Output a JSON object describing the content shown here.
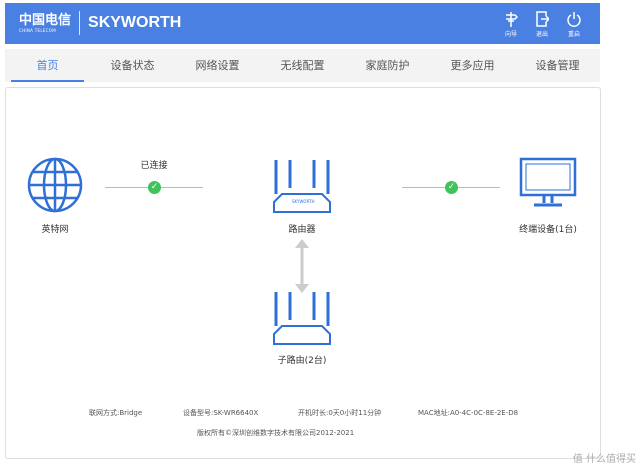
{
  "header": {
    "brand_cn": "中国电信",
    "brand_en": "CHINA TELECOM",
    "brand": "SKYWORTH",
    "buttons": [
      {
        "label": "向导",
        "icon": "wizard-icon"
      },
      {
        "label": "退出",
        "icon": "logout-icon"
      },
      {
        "label": "重启",
        "icon": "power-icon"
      }
    ]
  },
  "nav": {
    "tabs": [
      "首页",
      "设备状态",
      "网络设置",
      "无线配置",
      "家庭防护",
      "更多应用",
      "设备管理"
    ],
    "active": 0
  },
  "topology": {
    "internet": "英特网",
    "connected": "已连接",
    "router": "路由器",
    "router_brand": "SKYWORTH",
    "sub_router": "子路由(2台)",
    "clients": "终端设备(1台)"
  },
  "footer": {
    "mode": "联网方式:Bridge",
    "model": "设备型号:SK-WR6640X",
    "uptime": "开机时长:0天0小时11分钟",
    "mac": "MAC地址:A0-4C-0C-8E-2E-D8",
    "copyright": "版权所有©深圳创维数字技术有限公司2012-2021"
  },
  "watermark": "值 什么值得买",
  "colors": {
    "primary": "#4a80e2",
    "ok": "#3fc35a"
  }
}
